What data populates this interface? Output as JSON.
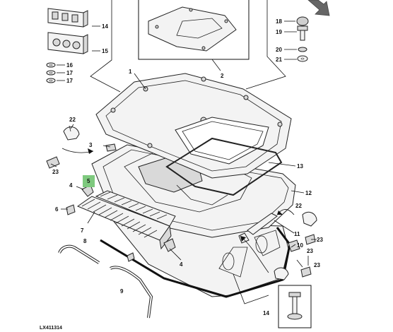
{
  "diagram": {
    "reference_code": "LX411314",
    "callouts": [
      "1",
      "2",
      "3",
      "4",
      "4",
      "5",
      "6",
      "7",
      "8",
      "9",
      "10",
      "11",
      "12",
      "13",
      "14",
      "15",
      "16",
      "17",
      "17",
      "17",
      "18",
      "19",
      "20",
      "21",
      "22",
      "22",
      "23",
      "23",
      "23",
      "23"
    ],
    "colors": {
      "line": "#222222",
      "highlight": "#7ec97e",
      "arrow": "#666666",
      "background": "#ffffff"
    },
    "highlighted_part": "5",
    "icons": [
      "direction-arrow-icon"
    ]
  }
}
